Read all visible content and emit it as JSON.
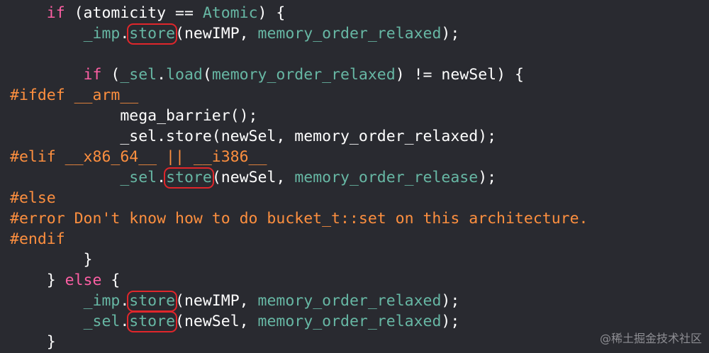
{
  "lines": [
    [
      {
        "t": "    ",
        "c": "plain"
      },
      {
        "t": "if",
        "c": "kw"
      },
      {
        "t": " (atomicity == ",
        "c": "plain"
      },
      {
        "t": "Atomic",
        "c": "proj"
      },
      {
        "t": ") {",
        "c": "plain"
      }
    ],
    [
      {
        "t": "        ",
        "c": "plain"
      },
      {
        "t": "_imp",
        "c": "proj"
      },
      {
        "t": ".",
        "c": "plain"
      },
      {
        "t": "store",
        "c": "proj",
        "hl": true
      },
      {
        "t": "(newIMP, ",
        "c": "plain"
      },
      {
        "t": "memory_order_relaxed",
        "c": "proj"
      },
      {
        "t": ");",
        "c": "plain"
      }
    ],
    [],
    [
      {
        "t": "        ",
        "c": "plain"
      },
      {
        "t": "if",
        "c": "kw"
      },
      {
        "t": " (",
        "c": "plain"
      },
      {
        "t": "_sel",
        "c": "proj"
      },
      {
        "t": ".",
        "c": "plain"
      },
      {
        "t": "load",
        "c": "proj"
      },
      {
        "t": "(",
        "c": "plain"
      },
      {
        "t": "memory_order_relaxed",
        "c": "proj"
      },
      {
        "t": ") != newSel) {",
        "c": "plain"
      }
    ],
    [
      {
        "t": "#ifdef __arm__",
        "c": "pp"
      }
    ],
    [
      {
        "t": "            mega_barrier();",
        "c": "plain"
      }
    ],
    [
      {
        "t": "            _sel.store(newSel, memory_order_relaxed);",
        "c": "plain"
      }
    ],
    [
      {
        "t": "#elif __x86_64__ || __i386__",
        "c": "pp"
      }
    ],
    [
      {
        "t": "            ",
        "c": "plain"
      },
      {
        "t": "_sel",
        "c": "proj"
      },
      {
        "t": ".",
        "c": "plain"
      },
      {
        "t": "store",
        "c": "proj",
        "hl": true
      },
      {
        "t": "(newSel, ",
        "c": "plain"
      },
      {
        "t": "memory_order_release",
        "c": "proj"
      },
      {
        "t": ");",
        "c": "plain"
      }
    ],
    [
      {
        "t": "#else",
        "c": "pp"
      }
    ],
    [
      {
        "t": "#error Don't know how to do bucket_t::set on this architecture.",
        "c": "pp"
      }
    ],
    [
      {
        "t": "#endif",
        "c": "pp"
      }
    ],
    [
      {
        "t": "        }",
        "c": "plain"
      }
    ],
    [
      {
        "t": "    } ",
        "c": "plain"
      },
      {
        "t": "else",
        "c": "kw"
      },
      {
        "t": " {",
        "c": "plain"
      }
    ],
    [
      {
        "t": "        ",
        "c": "plain"
      },
      {
        "t": "_imp",
        "c": "proj"
      },
      {
        "t": ".",
        "c": "plain"
      },
      {
        "t": "store",
        "c": "proj",
        "hl": true
      },
      {
        "t": "(newIMP, ",
        "c": "plain"
      },
      {
        "t": "memory_order_relaxed",
        "c": "proj"
      },
      {
        "t": ");",
        "c": "plain"
      }
    ],
    [
      {
        "t": "        ",
        "c": "plain"
      },
      {
        "t": "_sel",
        "c": "proj"
      },
      {
        "t": ".",
        "c": "plain"
      },
      {
        "t": "store",
        "c": "proj",
        "hl": true
      },
      {
        "t": "(newSel, ",
        "c": "plain"
      },
      {
        "t": "memory_order_relaxed",
        "c": "proj"
      },
      {
        "t": ");",
        "c": "plain"
      }
    ],
    [
      {
        "t": "    }",
        "c": "plain"
      }
    ]
  ],
  "colors": {
    "background": "#292a30",
    "keyword": "#fc5fa3",
    "preprocessor": "#fd8f3f",
    "project_symbol": "#67b7a4",
    "plain": "#ffffff",
    "highlight_box": "#e0262b"
  },
  "watermark": "@稀土掘金技术社区"
}
